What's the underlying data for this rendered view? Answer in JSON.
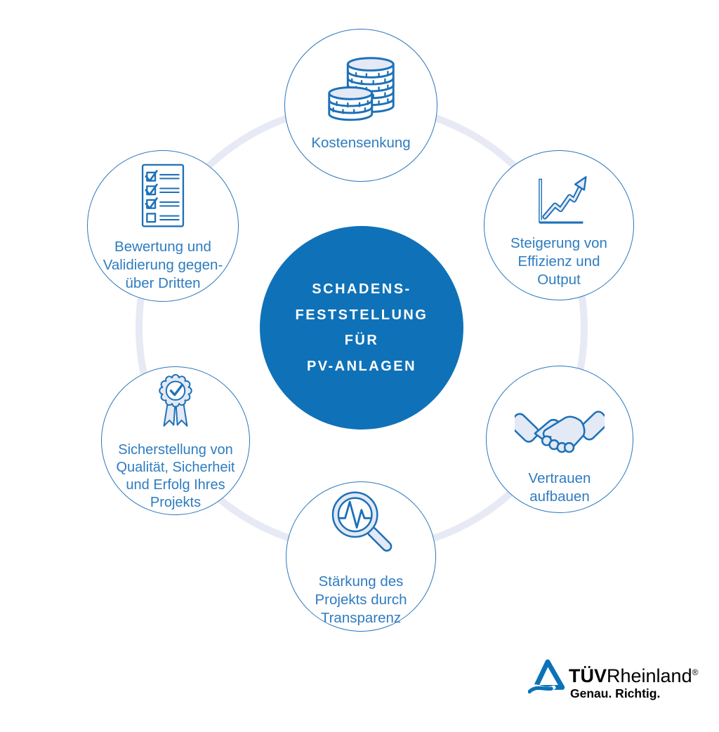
{
  "center": {
    "title_lines": [
      "SCHADENS-",
      "FESTSTELLUNG",
      "FÜR",
      "PV-ANLAGEN"
    ]
  },
  "nodes": [
    {
      "id": "kostensenkung",
      "icon": "coins-icon",
      "label_lines": [
        "Kostensenkung"
      ]
    },
    {
      "id": "steigerung",
      "icon": "growth-chart-icon",
      "label_lines": [
        "Steigerung von",
        "Effizienz und",
        "Output"
      ]
    },
    {
      "id": "vertrauen",
      "icon": "handshake-icon",
      "label_lines": [
        "Vertrauen",
        "aufbauen"
      ]
    },
    {
      "id": "staerkung",
      "icon": "magnifier-pulse-icon",
      "label_lines": [
        "Stärkung des",
        "Projekts durch",
        "Transparenz"
      ]
    },
    {
      "id": "sicherstellung",
      "icon": "award-ribbon-icon",
      "label_lines": [
        "Sicherstellung von",
        "Qualität, Sicherheit",
        "und Erfolg Ihres",
        "Projekts"
      ]
    },
    {
      "id": "bewertung",
      "icon": "checklist-icon",
      "label_lines": [
        "Bewertung und",
        "Validierung gegen-",
        "über Dritten"
      ]
    }
  ],
  "logo": {
    "brand_bold": "TÜV",
    "brand_regular": "Rheinland",
    "registered": "®",
    "tagline": "Genau. Richtig."
  },
  "colors": {
    "accent": "#1d71b8",
    "center-bg": "#0f72b8",
    "label-blue": "#2e7cc0",
    "ring": "#e7e9f4",
    "circle-border": "#2b77bb",
    "icon-fill": "#e4e9f6",
    "logo-blue": "#0c72b8",
    "ink": "#000000"
  }
}
